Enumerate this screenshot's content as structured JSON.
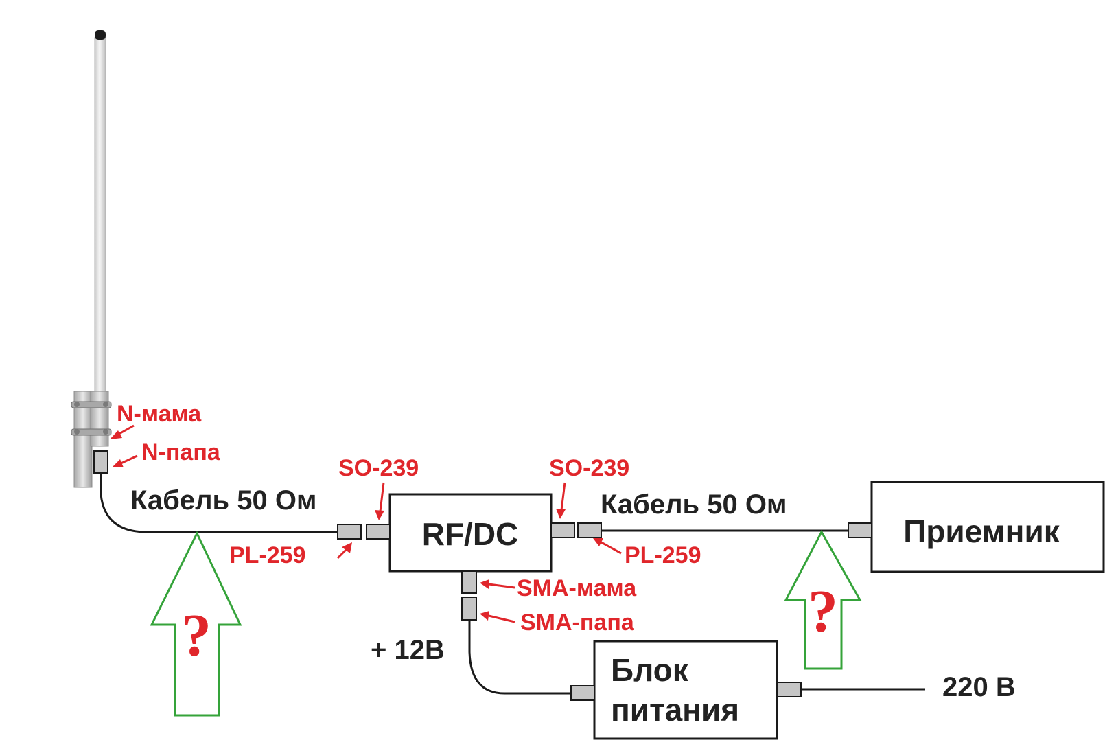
{
  "labels": {
    "n_female": "N-мама",
    "n_male": "N-папа",
    "so239_left": "SO-239",
    "so239_right": "SO-239",
    "pl259_left": "PL-259",
    "pl259_right": "PL-259",
    "sma_female": "SMA-мама",
    "sma_male": "SMA-папа",
    "cable_left": "Кабель 50 Ом",
    "cable_right": "Кабель 50 Ом",
    "plus12v": "+ 12В",
    "v220": "220 В",
    "question_left": "?",
    "question_right": "?"
  },
  "blocks": {
    "rfdc": "RF/DC",
    "receiver": "Приемник",
    "psu_line1": "Блок",
    "psu_line2": "питания"
  },
  "colors": {
    "label_red": "#e0262b",
    "arrow_green": "#35a33a",
    "connector_grey": "#c6c6c6",
    "line_black": "#1a1a1a"
  },
  "icons": [
    "antenna",
    "mounting-bracket",
    "connector",
    "question-mark-arrow"
  ]
}
